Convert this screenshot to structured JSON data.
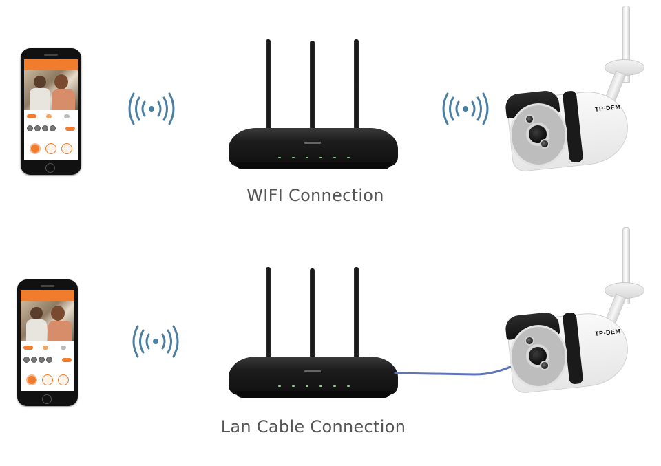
{
  "captions": {
    "wifi": "WIFI Connection",
    "lan": "Lan Cable Connection"
  },
  "camera": {
    "brand": "TP-DEM"
  },
  "icons": {
    "wifi_signal": "wifi-signal-icon"
  },
  "colors": {
    "signal_blue": "#4a7ea3",
    "cable_blue": "#5d74b8",
    "app_orange": "#f07c2e",
    "caption_gray": "#555555"
  }
}
